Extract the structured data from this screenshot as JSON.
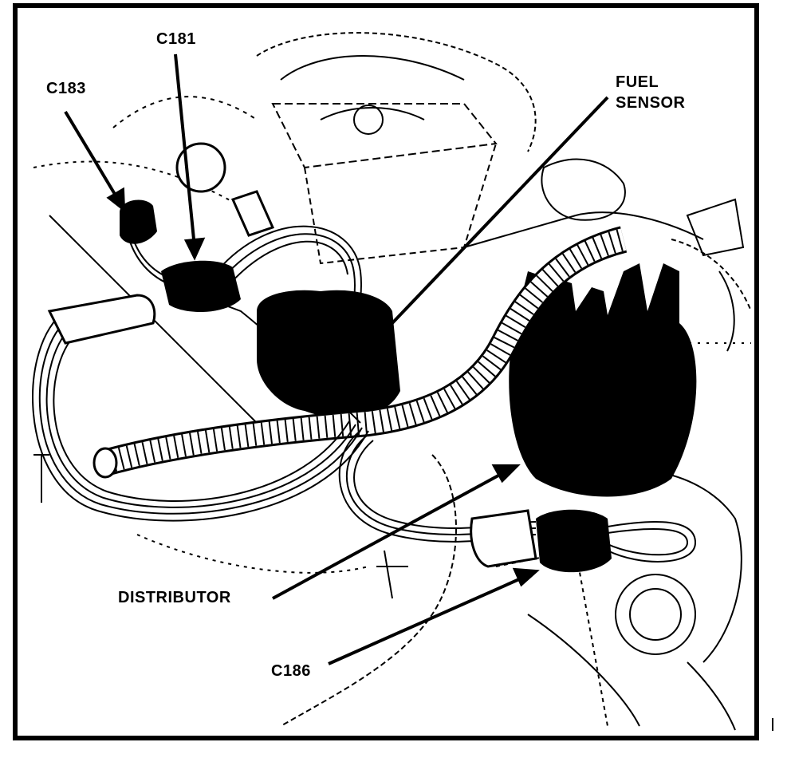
{
  "labels": {
    "c181": "C181",
    "c183": "C183",
    "fuel_sensor": [
      "FUEL",
      "SENSOR"
    ],
    "distributor": "DISTRIBUTOR",
    "c186": "C186"
  },
  "colors": {
    "ink": "#000000",
    "paper": "#ffffff"
  }
}
